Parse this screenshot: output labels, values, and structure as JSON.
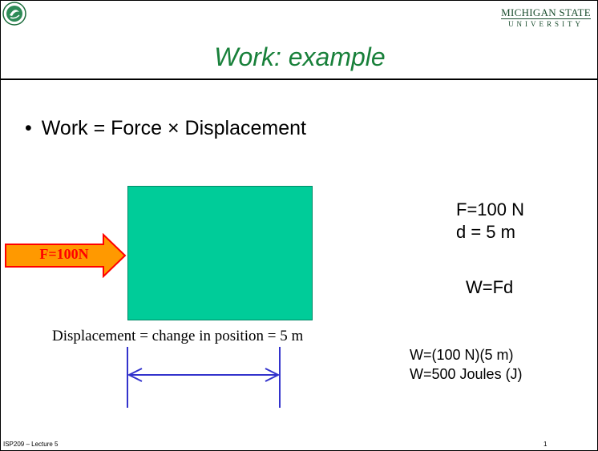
{
  "header": {
    "university_line1": "MICHIGAN STATE",
    "university_line2": "UNIVERSITY",
    "logo_icon": "msu-seal-icon"
  },
  "slide": {
    "title": "Work: example",
    "bullet": "Work = Force × Displacement"
  },
  "diagram": {
    "arrow_label": "F=100N",
    "displacement_label": "Displacement = change in position = 5 m",
    "box_color": "#00cc99",
    "arrow_fill": "#ff9900",
    "arrow_stroke": "#ff0000",
    "dimension_color": "#3333cc"
  },
  "givens": {
    "force": "F=100 N",
    "distance": "d = 5 m",
    "formula": "W=Fd",
    "calc_line1": "W=(100 N)(5 m)",
    "calc_line2": "W=500 Joules (J)"
  },
  "footer": {
    "course": "ISP209 – Lecture 5",
    "page": "1"
  }
}
